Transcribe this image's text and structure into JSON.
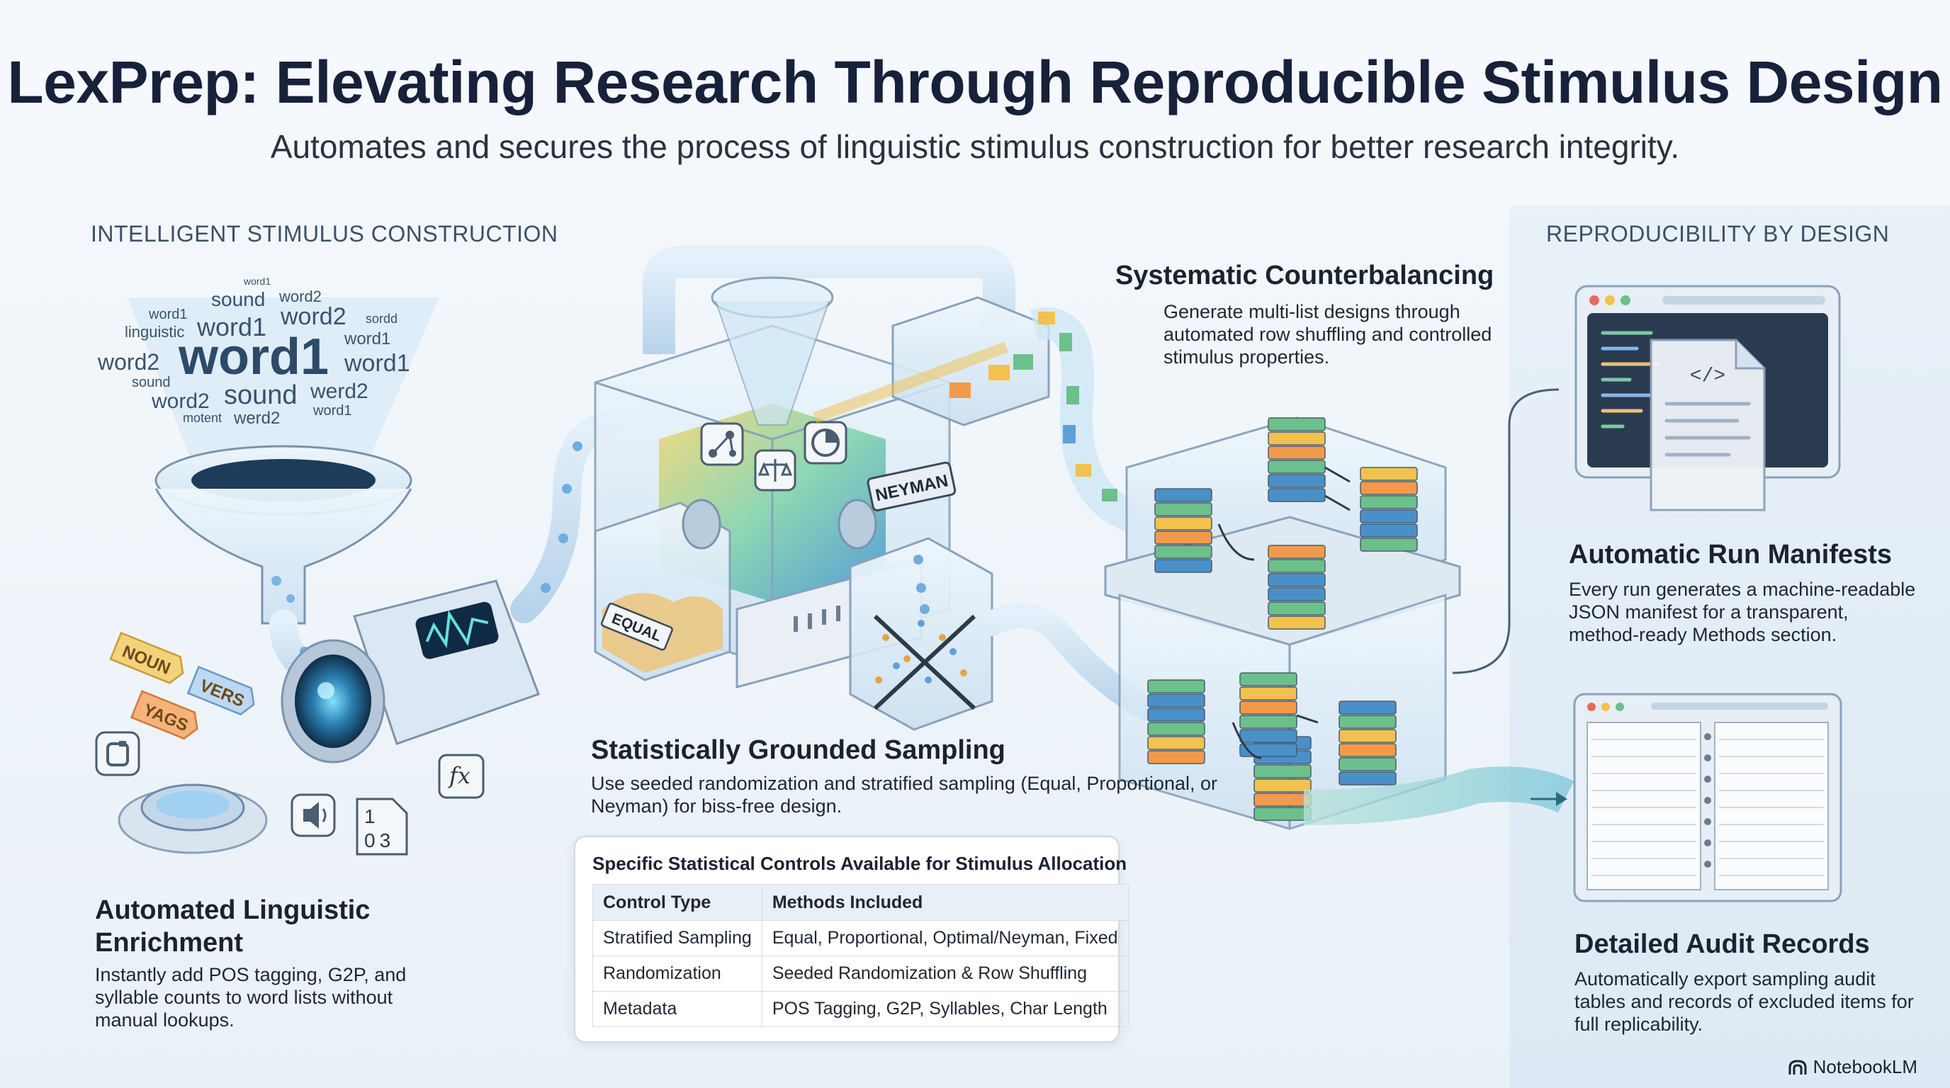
{
  "header": {
    "title": "LexPrep: Elevating Research Through Reproducible Stimulus Design",
    "subtitle": "Automates and secures the process of linguistic stimulus construction for better research integrity."
  },
  "sections": {
    "left_label": "INTELLIGENT STIMULUS CONSTRUCTION",
    "right_label": "REPRODUCIBILITY BY DESIGN"
  },
  "word_cloud": [
    "word1",
    "sound",
    "word2",
    "word1",
    "sordd",
    "linguistic",
    "word1",
    "word2",
    "word1",
    "word2",
    "word1",
    "sound",
    "word1",
    "word2",
    "sound",
    "werd2",
    "motent",
    "werd2",
    "word1"
  ],
  "pos_tags": [
    "NOUN",
    "VERS",
    "YAGS"
  ],
  "machine_labels": {
    "sampler": "NEYMAN",
    "bin": "EQUAL"
  },
  "features": {
    "enrichment": {
      "title": "Automated Linguistic Enrichment",
      "desc": "Instantly add POS tagging, G2P, and syllable counts to word lists without manual lookups."
    },
    "sampling": {
      "title": "Statistically Grounded Sampling",
      "desc": "Use seeded randomization and stratified sampling (Equal, Proportional, or Neyman) for biss-free design."
    },
    "counterbalancing": {
      "title": "Systematic Counterbalancing",
      "desc": "Generate multi-list designs through automated row shuffling and controlled stimulus properties."
    },
    "manifests": {
      "title": "Automatic Run Manifests",
      "desc": "Every run generates a machine-readable JSON manifest for a transparent, method-ready Methods section."
    },
    "audit": {
      "title": "Detailed Audit Records",
      "desc": "Automatically export sampling audit tables and records of excluded items for full replicability."
    }
  },
  "controls_table": {
    "title": "Specific Statistical Controls Available for Stimulus Allocation",
    "headers": [
      "Control Type",
      "Methods Included"
    ],
    "rows": [
      [
        "Stratified Sampling",
        "Equal, Proportional, Optimal/Neyman, Fixed"
      ],
      [
        "Randomization",
        "Seeded Randomization & Row Shuffling"
      ],
      [
        "Metadata",
        "POS Tagging, G2P, Syllables, Char Length"
      ]
    ]
  },
  "icons": [
    "funnel-icon",
    "sensor-icon",
    "speaker-icon",
    "function-icon",
    "numbers-icon",
    "network-icon",
    "scale-icon",
    "pie-chart-icon",
    "code-file-icon",
    "notebook-icon",
    "notebooklm-logo-icon"
  ],
  "numbers_icon": "1 0 3",
  "function_icon_text": "fx",
  "brand": "NotebookLM",
  "colors": {
    "title": "#17213a",
    "accent_blue": "#4a90c8",
    "tile_yellow": "#f2c14e",
    "tile_green": "#6cc08b",
    "tile_orange": "#f39a4a"
  }
}
